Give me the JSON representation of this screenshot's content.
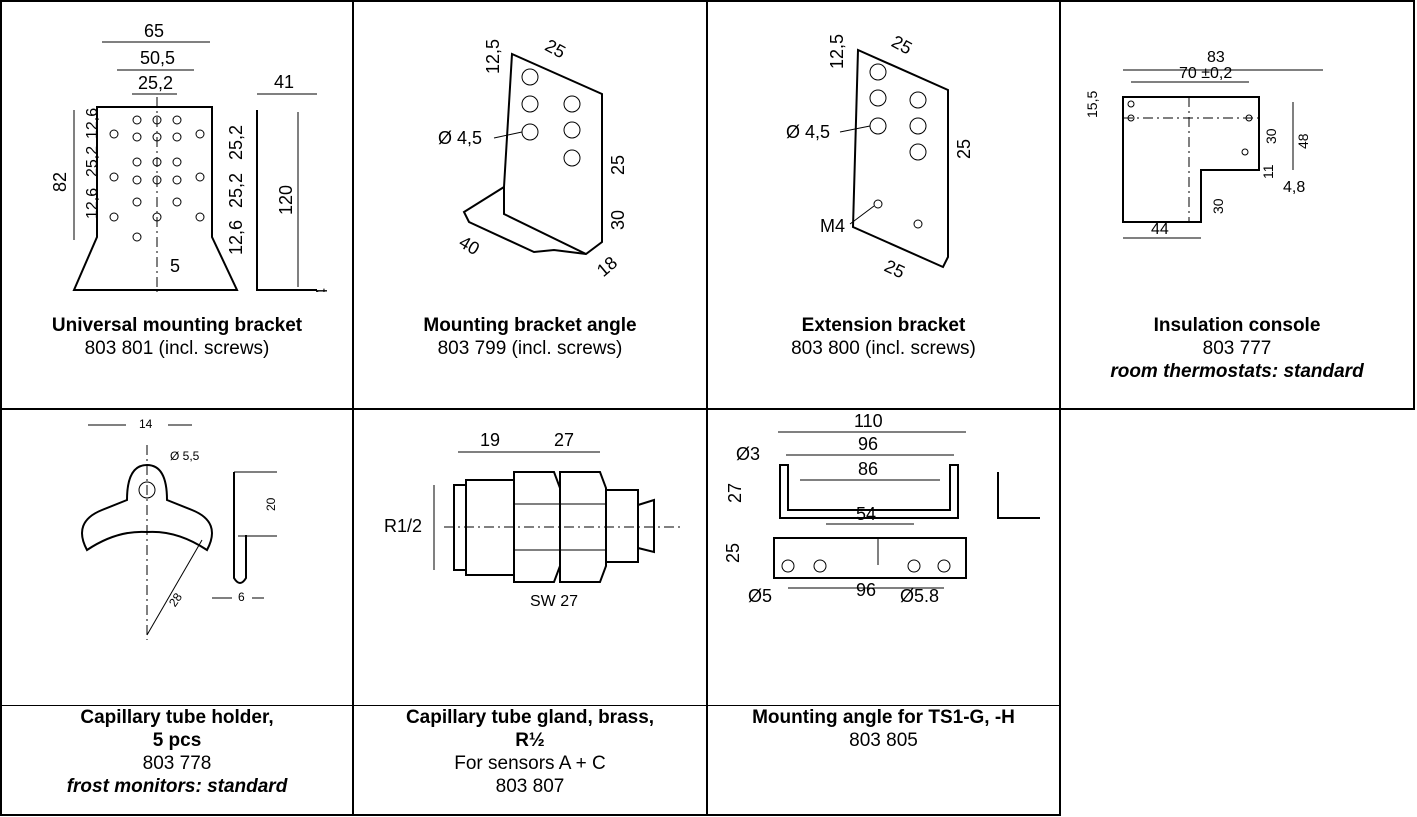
{
  "cells": [
    {
      "title": "Universal mounting bracket",
      "sub": "803 801 (incl. screws)",
      "dims": [
        "65",
        "50,5",
        "25,2",
        "41",
        "12,6",
        "25,2",
        "25,2",
        "82",
        "12,6",
        "25,2",
        "12,6",
        "120",
        "5",
        "4"
      ]
    },
    {
      "title": "Mounting bracket angle",
      "sub": "803 799 (incl. screws)",
      "dims": [
        "12,5",
        "25",
        "Ø 4,5",
        "25",
        "30",
        "40",
        "18"
      ]
    },
    {
      "title": "Extension bracket",
      "sub": "803 800 (incl. screws)",
      "dims": [
        "12,5",
        "25",
        "Ø 4,5",
        "25",
        "M4",
        "25"
      ]
    },
    {
      "title": "Insulation console",
      "sub": "803 777",
      "note": "room thermostats: standard",
      "dims": [
        "83",
        "70 ±0,2",
        "15,5",
        "30",
        "48",
        "11",
        "4,8",
        "30",
        "44"
      ]
    },
    {
      "title": "Capillary tube holder,",
      "title2": "5 pcs",
      "sub": "803 778",
      "note": "frost monitors: standard",
      "dims": [
        "14",
        "Ø 5,5",
        "20",
        "28",
        "6"
      ]
    },
    {
      "title": "Capillary tube gland, brass,",
      "title2": "R½",
      "sub": "For sensors A + C",
      "sub2": "803 807",
      "dims": [
        "19",
        "27",
        "R1/2",
        "SW 27"
      ]
    },
    {
      "title": "Mounting angle for TS1-G, -H",
      "sub": "803 805",
      "dims": [
        "110",
        "Ø3",
        "96",
        "86",
        "27",
        "54",
        "25",
        "Ø5",
        "96",
        "Ø5.8"
      ]
    }
  ]
}
